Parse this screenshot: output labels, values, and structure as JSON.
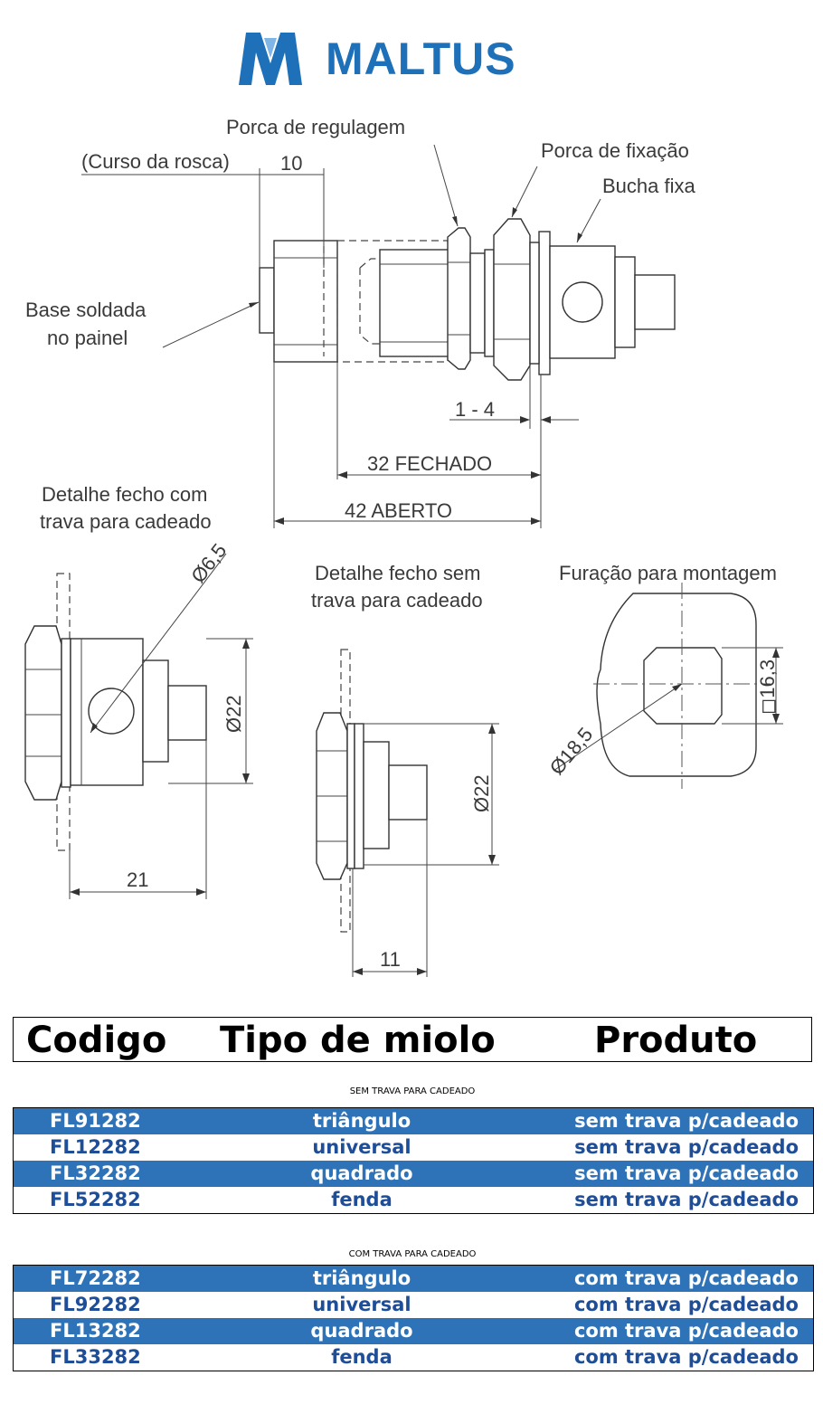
{
  "brand": {
    "name": "MALTUS",
    "color": "#1e70b8",
    "icon": "maltus-m-logo-icon"
  },
  "drawing": {
    "labels": {
      "porca_regulagem": "Porca de regulagem",
      "porca_fixacao": "Porca de fixação",
      "bucha_fixa": "Bucha fixa",
      "curso_rosca": "(Curso da rosca)",
      "dim_10": "10",
      "base_soldada_1": "Base soldada",
      "base_soldada_2": "no painel",
      "dim_1_4": "1 - 4",
      "dim_32": "32 FECHADO",
      "dim_42": "42 ABERTO",
      "detalhe_com_1": "Detalhe fecho com",
      "detalhe_com_2": "trava para cadeado",
      "detalhe_sem_1": "Detalhe fecho sem",
      "detalhe_sem_2": "trava para cadeado",
      "furacao": "Furação para montagem",
      "dim_65": "Ø6,5",
      "dim_22a": "Ø22",
      "dim_22b": "Ø22",
      "dim_21": "21",
      "dim_11": "11",
      "dim_163": "◻16,3",
      "dim_185": "Ø18,5"
    }
  },
  "table": {
    "headers": {
      "codigo": "Codigo",
      "tipo": "Tipo de miolo",
      "produto": "Produto"
    },
    "colors": {
      "blue_row": "#2e72b8",
      "white_text": "#1f4e99"
    },
    "sections": [
      {
        "caption": "SEM TRAVA PARA CADEADO",
        "rows": [
          {
            "codigo": "FL91282",
            "tipo": "triângulo",
            "produto": "sem trava p/cadeado"
          },
          {
            "codigo": "FL12282",
            "tipo": "universal",
            "produto": "sem trava p/cadeado"
          },
          {
            "codigo": "FL32282",
            "tipo": "quadrado",
            "produto": "sem trava p/cadeado"
          },
          {
            "codigo": "FL52282",
            "tipo": "fenda",
            "produto": "sem trava p/cadeado"
          }
        ]
      },
      {
        "caption": "COM TRAVA PARA CADEADO",
        "rows": [
          {
            "codigo": "FL72282",
            "tipo": "triângulo",
            "produto": "com trava p/cadeado"
          },
          {
            "codigo": "FL92282",
            "tipo": "universal",
            "produto": "com trava p/cadeado"
          },
          {
            "codigo": "FL13282",
            "tipo": "quadrado",
            "produto": "com trava p/cadeado"
          },
          {
            "codigo": "FL33282",
            "tipo": "fenda",
            "produto": "com trava p/cadeado"
          }
        ]
      }
    ]
  }
}
